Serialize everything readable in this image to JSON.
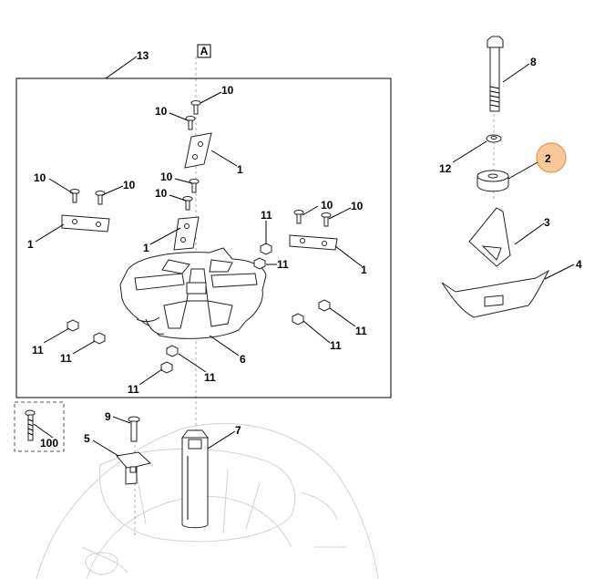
{
  "diagram": {
    "view_marker": "A",
    "highlight_color": "#f7c89a",
    "highlight_stroke": "#e8944a",
    "callouts": {
      "c13": "13",
      "c10a": "10",
      "c10b": "10",
      "c10c": "10",
      "c10d": "10",
      "c10e": "10",
      "c10f": "10",
      "c10g": "10",
      "c10h": "10",
      "c1a": "1",
      "c1b": "1",
      "c1c": "1",
      "c1d": "1",
      "c11a": "11",
      "c11b": "11",
      "c11c": "11",
      "c11d": "11",
      "c11e": "11",
      "c11f": "11",
      "c11g": "11",
      "c11h": "11",
      "c6": "6",
      "c8": "8",
      "c2": "2",
      "c12": "12",
      "c3": "3",
      "c4": "4",
      "c100": "100",
      "c9": "9",
      "c5": "5",
      "c7": "7"
    }
  }
}
